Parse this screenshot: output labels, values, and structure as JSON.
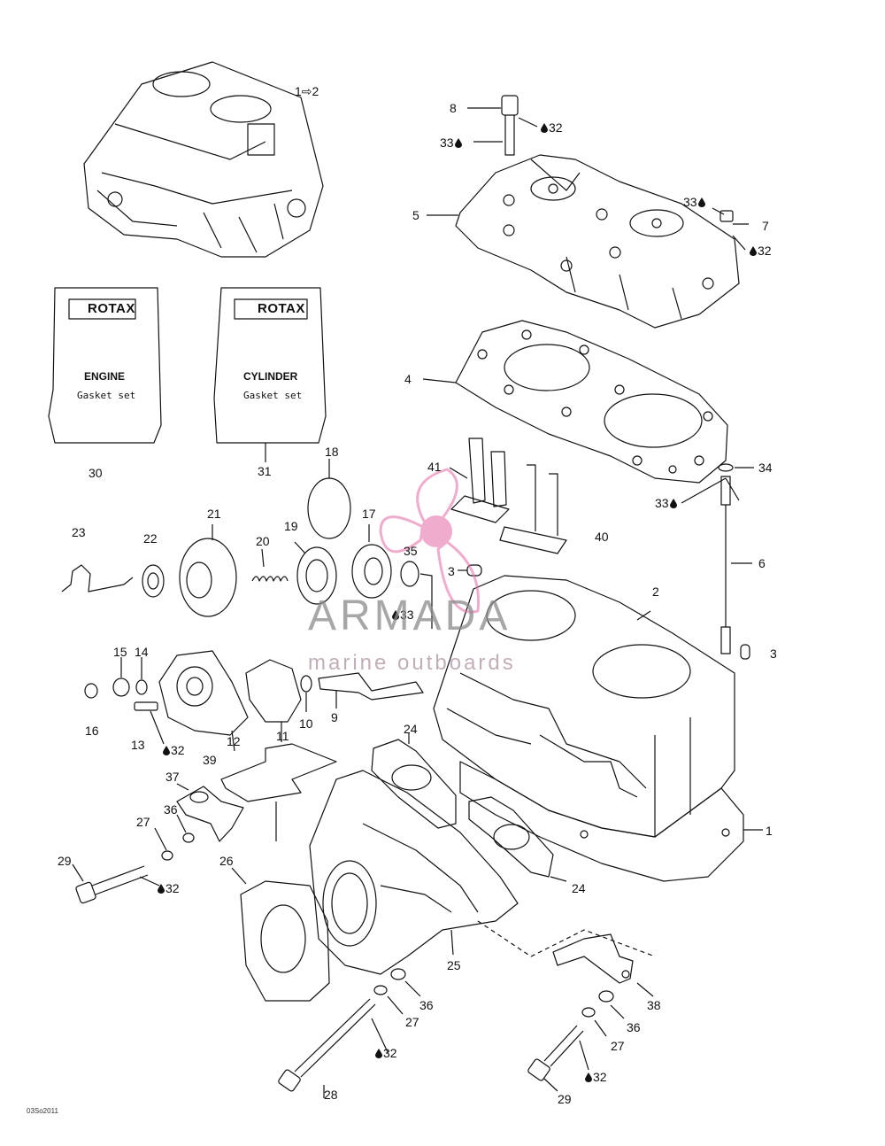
{
  "labels": [
    {
      "id": "1to2",
      "text": "1⇨2"
    },
    {
      "id": "8",
      "text": "8"
    },
    {
      "id": "32a",
      "text": "32",
      "drop": "before"
    },
    {
      "id": "33a",
      "text": "33",
      "drop": "after"
    },
    {
      "id": "33b",
      "text": "33",
      "drop": "after"
    },
    {
      "id": "5",
      "text": "5"
    },
    {
      "id": "7",
      "text": "7"
    },
    {
      "id": "32b",
      "text": "32",
      "drop": "before"
    },
    {
      "id": "4",
      "text": "4"
    },
    {
      "id": "34",
      "text": "34"
    },
    {
      "id": "33c",
      "text": "33",
      "drop": "after"
    },
    {
      "id": "6",
      "text": "6"
    },
    {
      "id": "30",
      "text": "30"
    },
    {
      "id": "31",
      "text": "31"
    },
    {
      "id": "18",
      "text": "18"
    },
    {
      "id": "41",
      "text": "41"
    },
    {
      "id": "23",
      "text": "23"
    },
    {
      "id": "21",
      "text": "21"
    },
    {
      "id": "22",
      "text": "22"
    },
    {
      "id": "20",
      "text": "20"
    },
    {
      "id": "19",
      "text": "19"
    },
    {
      "id": "17",
      "text": "17"
    },
    {
      "id": "35",
      "text": "35"
    },
    {
      "id": "3a",
      "text": "3"
    },
    {
      "id": "40",
      "text": "40"
    },
    {
      "id": "33d",
      "text": "33",
      "drop": "before"
    },
    {
      "id": "2",
      "text": "2"
    },
    {
      "id": "3b",
      "text": "3"
    },
    {
      "id": "15",
      "text": "15"
    },
    {
      "id": "14",
      "text": "14"
    },
    {
      "id": "16",
      "text": "16"
    },
    {
      "id": "13",
      "text": "13"
    },
    {
      "id": "32c",
      "text": "32",
      "drop": "before"
    },
    {
      "id": "12",
      "text": "12"
    },
    {
      "id": "11",
      "text": "11"
    },
    {
      "id": "10",
      "text": "10"
    },
    {
      "id": "9",
      "text": "9"
    },
    {
      "id": "24a",
      "text": "24"
    },
    {
      "id": "39",
      "text": "39"
    },
    {
      "id": "37",
      "text": "37"
    },
    {
      "id": "36a",
      "text": "36"
    },
    {
      "id": "27a",
      "text": "27"
    },
    {
      "id": "1",
      "text": "1"
    },
    {
      "id": "29a",
      "text": "29"
    },
    {
      "id": "32d",
      "text": "32",
      "drop": "before"
    },
    {
      "id": "26",
      "text": "26"
    },
    {
      "id": "24b",
      "text": "24"
    },
    {
      "id": "25",
      "text": "25"
    },
    {
      "id": "36b",
      "text": "36"
    },
    {
      "id": "27b",
      "text": "27"
    },
    {
      "id": "38",
      "text": "38"
    },
    {
      "id": "36c",
      "text": "36"
    },
    {
      "id": "32e",
      "text": "32",
      "drop": "before"
    },
    {
      "id": "27c",
      "text": "27"
    },
    {
      "id": "32f",
      "text": "32",
      "drop": "before"
    },
    {
      "id": "28",
      "text": "28"
    },
    {
      "id": "29b",
      "text": "29"
    }
  ],
  "cards": {
    "engine": {
      "logo": "ROTAX",
      "title": "ENGINE",
      "subtitle": "Gasket set"
    },
    "cylinder": {
      "logo": "ROTAX",
      "title": "CYLINDER",
      "subtitle": "Gasket set"
    }
  },
  "watermark": {
    "brand": "ARMADA",
    "tagline": "marine outboards",
    "color": "#e46aa6"
  },
  "figure_ref": "03So2011",
  "colors": {
    "line": "#111111",
    "watermark_pink": "#e46aa6"
  },
  "icons": {
    "sealant": "oil-drop-icon"
  }
}
